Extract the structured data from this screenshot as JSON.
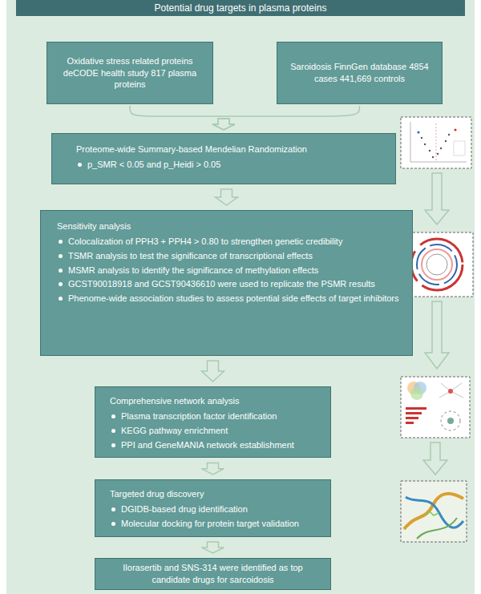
{
  "diagram": {
    "title": "Potential drug targets in plasma proteins",
    "nodes": [
      {
        "text": [
          "Oxidative stress related proteins deCODE health study 817 plasma proteins"
        ]
      },
      {
        "text": [
          "Saroidosis FinnGen database 4854 cases 441,669 controls"
        ]
      },
      {
        "text": [
          "Proteome-wide Summary-based Mendelian Randomization",
          "p_SMR < 0.05 and p_Heidi > 0.05"
        ]
      },
      {
        "text": [
          "Sensitivity analysis",
          "Colocalization of PPH3 + PPH4 > 0.80 to strengthen genetic credibility",
          "TSMR analysis to test the significance of transcriptional effects",
          "MSMR analysis to identify the significance of methylation effects",
          "GCST90018918 and GCST90436610 were used to replicate the PSMR results",
          "Phenome-wide association studies to assess potential side effects of target inhibitors"
        ]
      },
      {
        "text": [
          "Comprehensive network analysis",
          "Plasma transcription factor identification",
          "KEGG pathway enrichment",
          "PPI and GeneMANIA network establishment"
        ]
      },
      {
        "text": [
          "Targeted drug discovery",
          "DGIDB-based drug identification",
          "Molecular docking for protein target validation"
        ]
      },
      {
        "text": [
          "Ilorasertib and SNS-314 were identified as top candidate drugs for sarcoidosis"
        ]
      }
    ],
    "edges": [
      {
        "from": 0,
        "to": 2,
        "arrow": "to"
      },
      {
        "from": 1,
        "to": 2,
        "arrow": "to"
      },
      {
        "from": 2,
        "to": 3,
        "arrow": "to"
      },
      {
        "from": 3,
        "to": 4,
        "arrow": "to"
      },
      {
        "from": 4,
        "to": 5,
        "arrow": "to"
      },
      {
        "from": 5,
        "to": 6,
        "arrow": "to"
      }
    ]
  }
}
